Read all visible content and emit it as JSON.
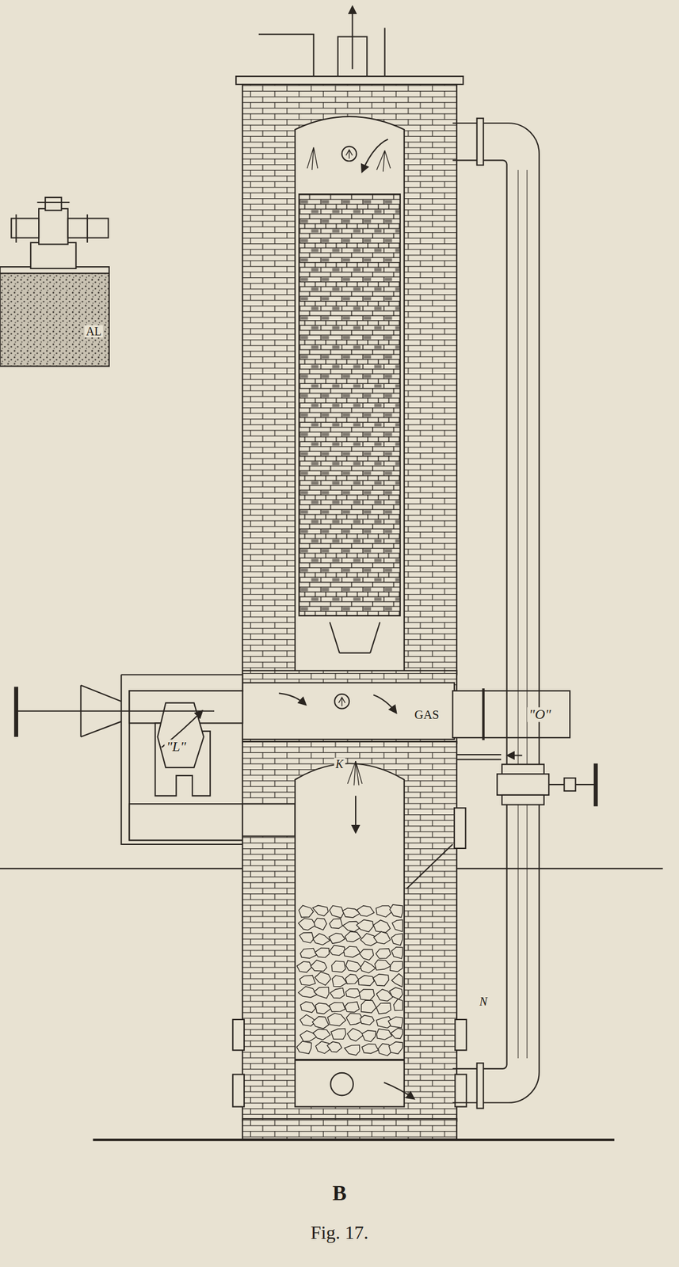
{
  "diagram": {
    "caption": "Fig. 17.",
    "labels": [
      "AL",
      "\"O\"",
      "GAS",
      "\"L\"",
      "K",
      "N",
      "B"
    ]
  }
}
